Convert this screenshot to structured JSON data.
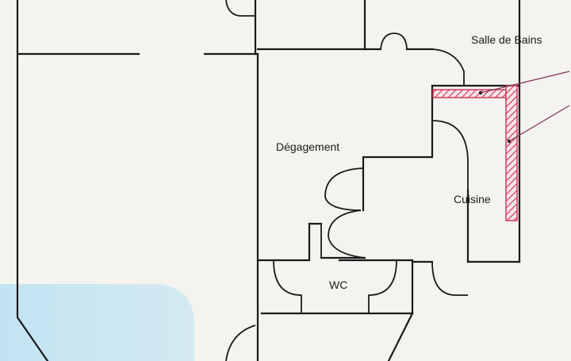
{
  "rooms": {
    "bathroom": "Salle de Bains",
    "hallway": "Dégagement",
    "kitchen": "Cuisine",
    "toilet": "WC"
  },
  "colors": {
    "wall": "#1a1a1a",
    "hatch_marker": "#d23a5a",
    "leader_line": "#7a2f55",
    "paper": "#f4f3ef",
    "highlight_area": "#bfe3f2"
  }
}
